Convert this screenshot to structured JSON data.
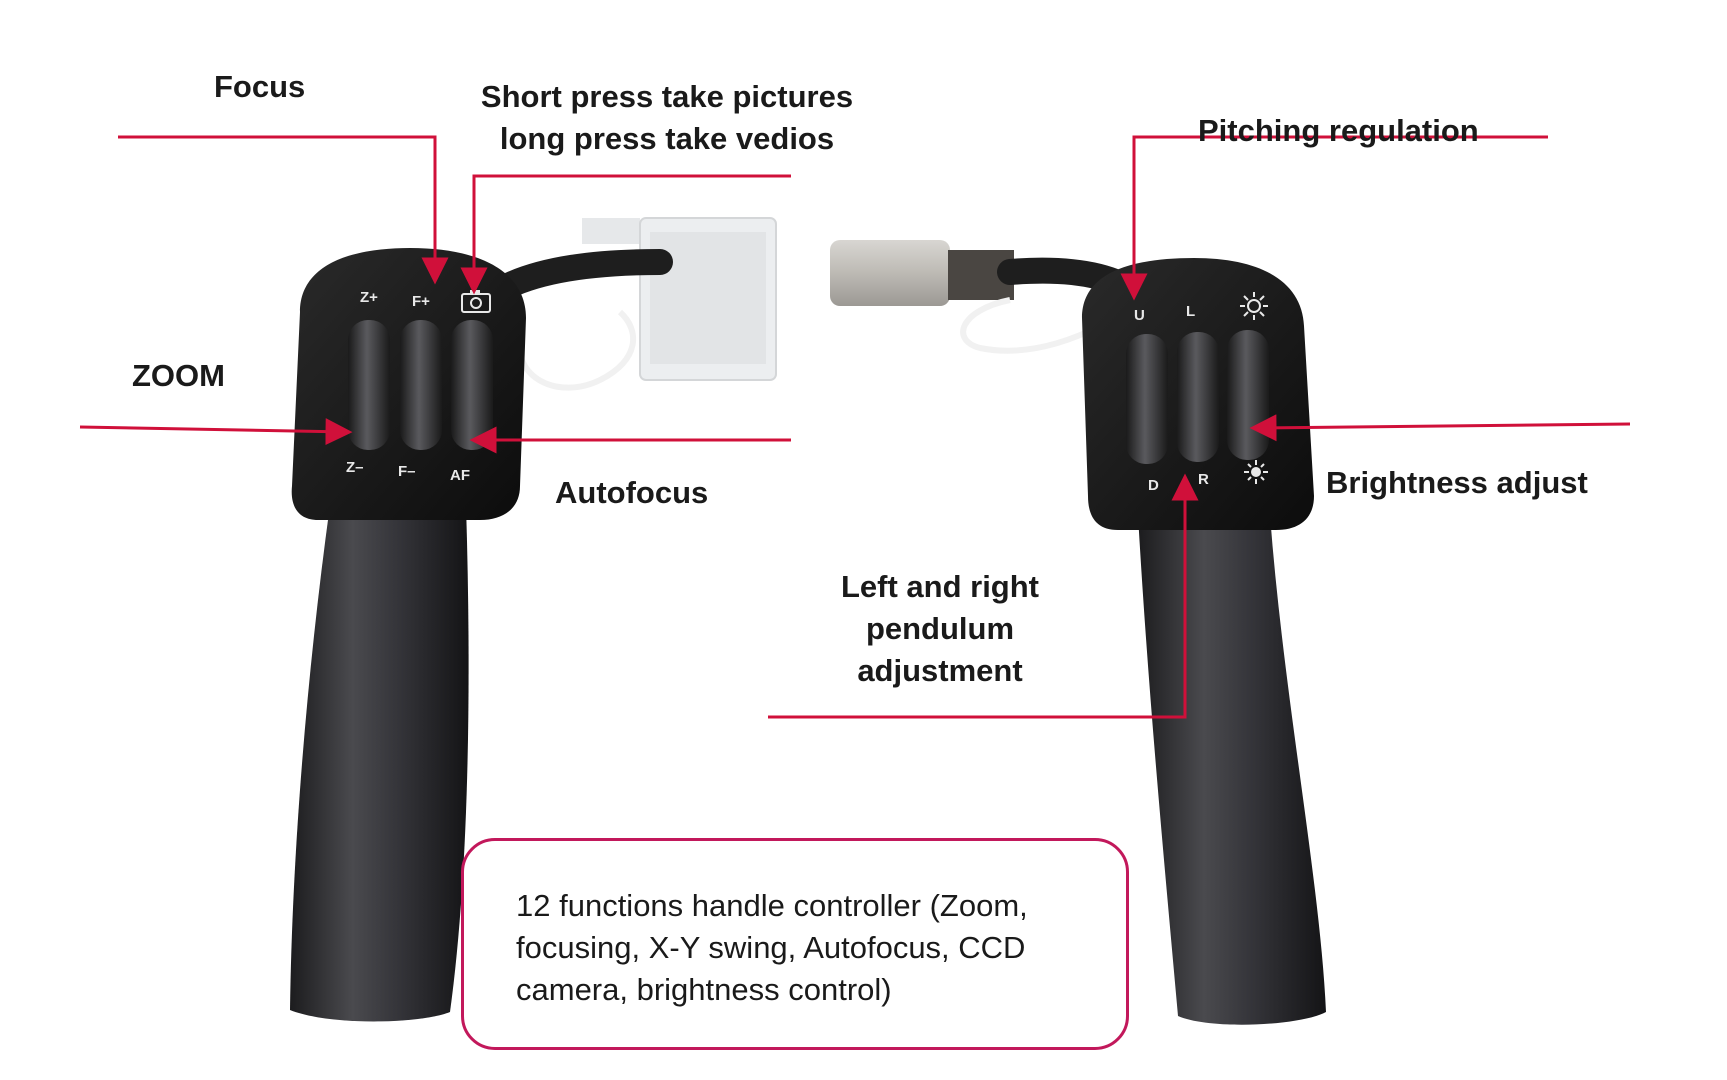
{
  "callouts": {
    "focus": "Focus",
    "capture_line1": "Short press take pictures",
    "capture_line2": "long press take vedios",
    "zoom": "ZOOM",
    "autofocus": "Autofocus",
    "pitching": "Pitching regulation",
    "brightness": "Brightness adjust",
    "pendulum_line1": "Left and right",
    "pendulum_line2": "pendulum",
    "pendulum_line3": "adjustment"
  },
  "summary": "12 functions handle controller (Zoom, focusing, X-Y swing, Autofocus, CCD camera, brightness control)",
  "left_handle": {
    "top_labels": [
      "Z+",
      "F+"
    ],
    "bottom_labels": [
      "Z–",
      "F–",
      "AF"
    ],
    "camera_icon": "camera-icon"
  },
  "right_handle": {
    "top_labels": [
      "U",
      "L"
    ],
    "bottom_labels": [
      "D",
      "R"
    ],
    "brightness_up_icon": "sun-icon",
    "brightness_down_icon": "sun-small-icon"
  },
  "colors": {
    "leader_line": "#d0103a",
    "box_border": "#c2185b",
    "handle_body": "#2e2e30",
    "handle_head": "#161616"
  }
}
